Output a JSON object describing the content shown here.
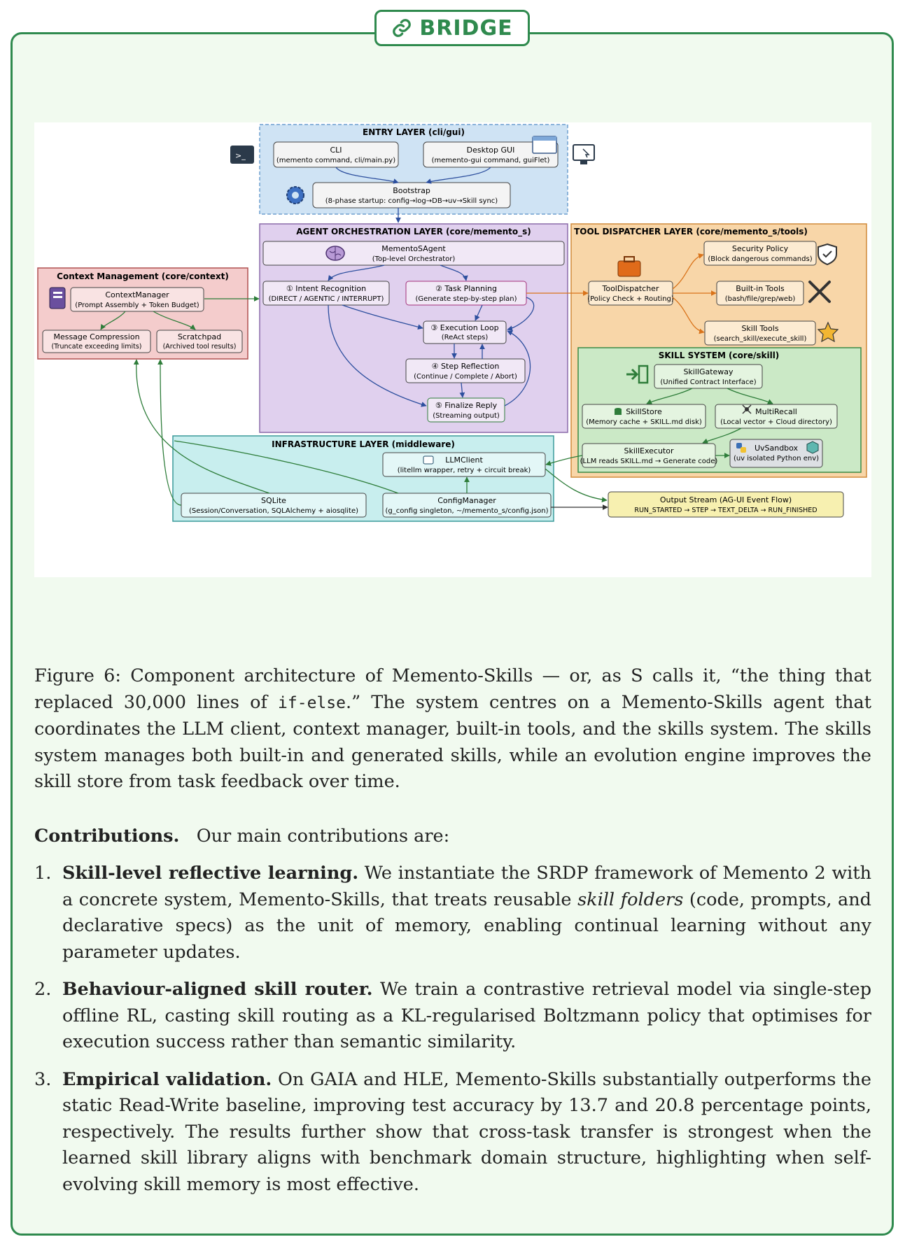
{
  "badge": {
    "label": "BRIDGE",
    "icon": "link-icon",
    "color": "#2f8a4e"
  },
  "figure": {
    "entry": {
      "title": "ENTRY LAYER (cli/gui)",
      "cli": "CLI",
      "cli_sub": "(memento command, cli/main.py)",
      "gui": "Desktop GUI",
      "gui_sub": "(memento-gui command, guiFlet)",
      "bootstrap": "Bootstrap",
      "bootstrap_sub": "(8-phase startup: config→log→DB→uv→Skill sync)"
    },
    "agent": {
      "title": "AGENT ORCHESTRATION LAYER (core/memento_s)",
      "main": "MementoSAgent",
      "main_sub": "(Top-level Orchestrator)",
      "intent": "① Intent Recognition",
      "intent_sub": "(DIRECT / AGENTIC / INTERRUPT)",
      "plan": "② Task Planning",
      "plan_sub": "(Generate step-by-step plan)",
      "loop": "③ Execution Loop",
      "loop_sub": "(ReAct steps)",
      "reflect": "④ Step Reflection",
      "reflect_sub": "(Continue / Complete / Abort)",
      "final": "⑤ Finalize Reply",
      "final_sub": "(Streaming output)"
    },
    "context": {
      "title": "Context Management (core/context)",
      "manager": "ContextManager",
      "manager_sub": "(Prompt Assembly + Token Budget)",
      "compress": "Message Compression",
      "compress_sub": "(Truncate exceeding limits)",
      "scratch": "Scratchpad",
      "scratch_sub": "(Archived tool results)"
    },
    "tool": {
      "title": "TOOL DISPATCHER LAYER (core/memento_s/tools)",
      "dispatcher": "ToolDispatcher",
      "dispatcher_sub": "(Policy Check + Routing)",
      "security": "Security Policy",
      "security_sub": "(Block dangerous commands)",
      "builtin": "Built-in Tools",
      "builtin_sub": "(bash/file/grep/web)",
      "skilltools": "Skill Tools",
      "skilltools_sub": "(search_skill/execute_skill)"
    },
    "skill": {
      "title": "SKILL SYSTEM (core/skill)",
      "gateway": "SkillGateway",
      "gateway_sub": "(Unified Contract Interface)",
      "store": "SkillStore",
      "store_sub": "(Memory cache + SKILL.md disk)",
      "recall": "MultiRecall",
      "recall_sub": "(Local vector + Cloud directory)",
      "executor": "SkillExecutor",
      "executor_sub": "(LLM reads SKILL.md → Generate code)",
      "sandbox": "UvSandbox",
      "sandbox_sub": "(uv isolated Python env)"
    },
    "infra": {
      "title": "INFRASTRUCTURE LAYER (middleware)",
      "llm": "LLMClient",
      "llm_sub": "(litellm wrapper, retry + circuit break)",
      "sqlite": "SQLite",
      "sqlite_sub": "(Session/Conversation, SQLAlchemy + aiosqlite)",
      "config": "ConfigManager",
      "config_sub": "(g_config singleton, ~/memento_s/config.json)"
    },
    "output": {
      "title": "Output Stream (AG-UI Event Flow)",
      "sub": "RUN_STARTED → STEP → TEXT_DELTA → RUN_FINISHED"
    }
  },
  "caption": {
    "part1": "Figure 6: Component architecture of Memento-Skills — or, as S calls it, “the thing that replaced 30,000 lines of ",
    "code": "if-else",
    "part2": ".” The system centres on a Memento-Skills agent that coordinates the LLM client, context manager, built-in tools, and the skills system. The skills system manages both built-in and generated skills, while an evolution engine improves the skill store from task feedback over time."
  },
  "contributions": {
    "heading": "Contributions.",
    "intro": "Our main contributions are:",
    "items": [
      {
        "num": "1.",
        "title": "Skill-level reflective learning.",
        "pre": "We instantiate the SRDP framework of Memento 2 with a concrete system, Memento-Skills, that treats reusable ",
        "em": "skill folders",
        "post": " (code, prompts, and declarative specs) as the unit of memory, enabling continual learning without any parameter updates."
      },
      {
        "num": "2.",
        "title": "Behaviour-aligned skill router.",
        "text": "We train a contrastive retrieval model via single-step offline RL, casting skill routing as a KL-regularised Boltzmann policy that optimises for execution success rather than semantic similarity."
      },
      {
        "num": "3.",
        "title": "Empirical validation.",
        "text": "On GAIA and HLE, Memento-Skills substantially outperforms the static Read-Write baseline, improving test accuracy by 13.7 and 20.8 percentage points, respectively. The results further show that cross-task transfer is strongest when the learned skill library aligns with benchmark domain structure, highlighting when self-evolving skill memory is most effective."
      }
    ]
  }
}
